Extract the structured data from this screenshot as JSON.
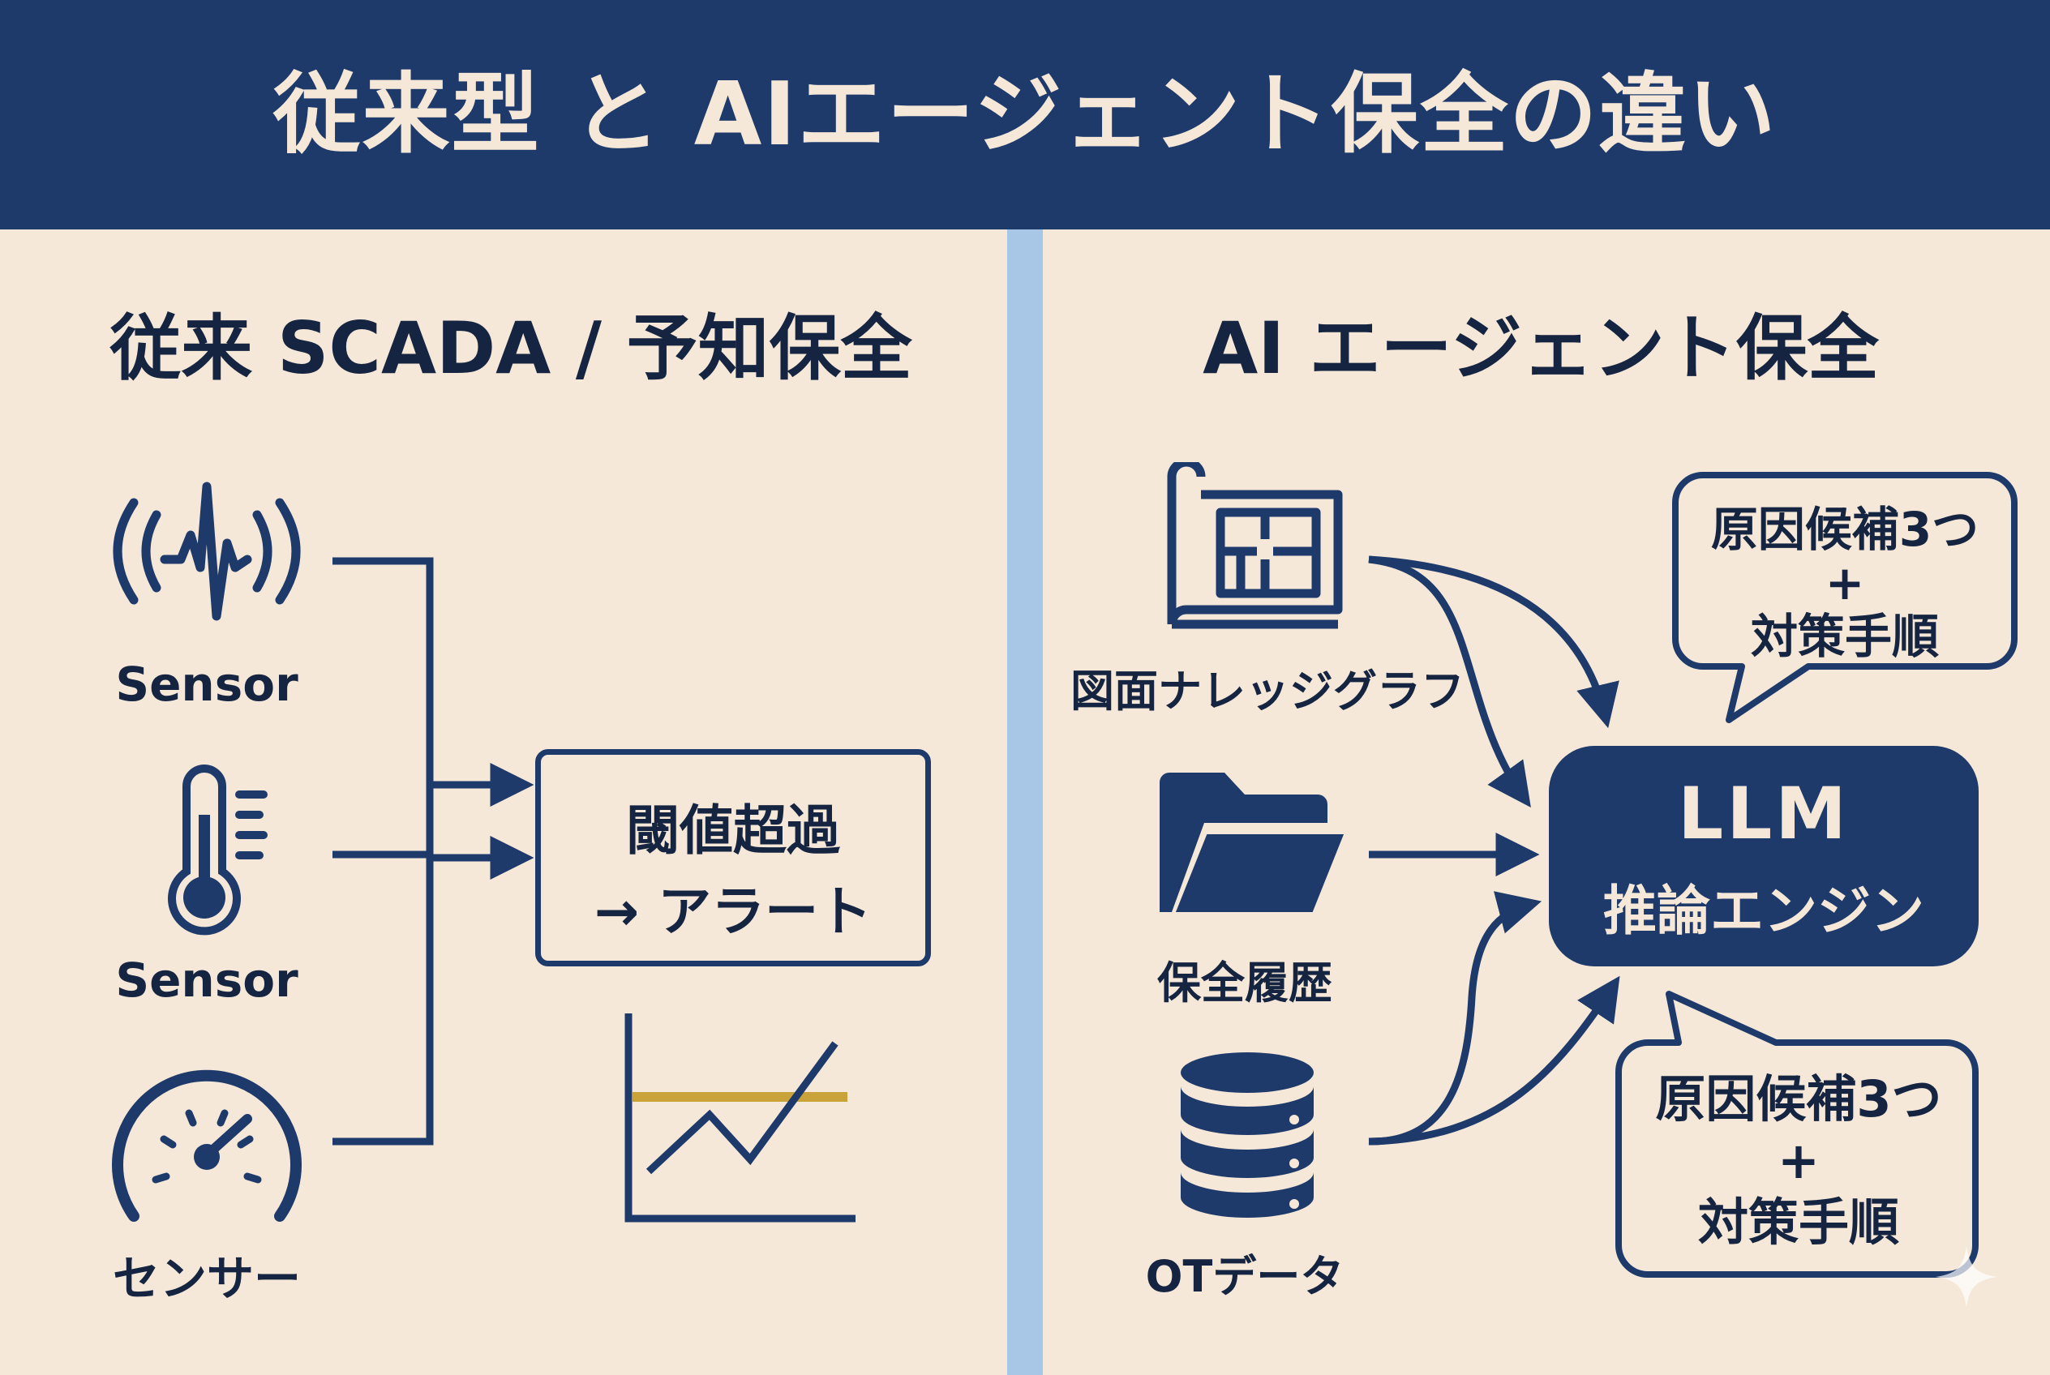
{
  "header": {
    "title": "従来型 と AIエージェント保全の違い"
  },
  "left_panel": {
    "title": "従来 SCADA / 予知保全",
    "sensors": [
      {
        "label": "Sensor",
        "icon": "vibration-sensor-icon"
      },
      {
        "label": "Sensor",
        "icon": "thermometer-icon"
      },
      {
        "label": "センサー",
        "icon": "gauge-icon"
      }
    ],
    "alert_box": {
      "line1": "閾値超過",
      "line2": "→ アラート"
    },
    "chart_icon": "threshold-chart-icon"
  },
  "right_panel": {
    "title": "AI エージェント保全",
    "sources": [
      {
        "label": "図面ナレッジグラフ",
        "icon": "blueprint-icon"
      },
      {
        "label": "保全履歴",
        "icon": "folder-icon"
      },
      {
        "label": "OTデータ",
        "icon": "database-icon"
      }
    ],
    "engine": {
      "name": "LLM",
      "subtitle": "推論エンジン"
    },
    "bubbles": [
      {
        "line1": "原因候補3つ",
        "line2": "+",
        "line3": "対策手順"
      },
      {
        "line1": "原因候補3つ",
        "line2": "+",
        "line3": "対策手順"
      }
    ]
  },
  "colors": {
    "navy": "#1e3a6b",
    "background": "#f5e8d8",
    "divider": "#a8c6e6",
    "threshold_line": "#c9a23a"
  }
}
